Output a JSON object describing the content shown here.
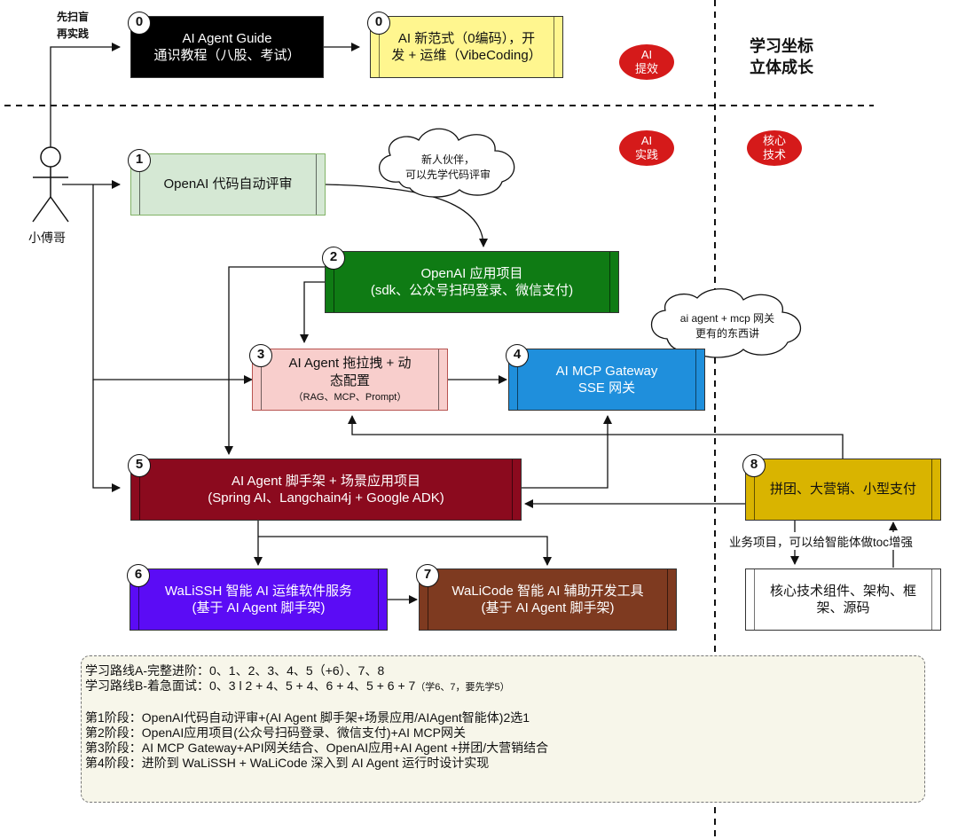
{
  "top_left_note": [
    "先扫盲",
    "再实践"
  ],
  "actor_label": "小傅哥",
  "section_title": [
    "学习坐标",
    "立体成长"
  ],
  "badges": {
    "ai_efficiency": [
      "AI",
      "提效"
    ],
    "ai_practice": [
      "AI",
      "实践"
    ],
    "core_tech": [
      "核心",
      "技术"
    ]
  },
  "boxes": {
    "guide": {
      "num": "0",
      "line1": "AI Agent Guide",
      "line2": "通识教程（八股、考试）",
      "color": "#000000"
    },
    "vibe": {
      "num": "0",
      "line1": "AI 新范式（0编码），开",
      "line2": "发 + 运维（VibeCoding）",
      "color": "#fff68f"
    },
    "review": {
      "num": "1",
      "line1": "OpenAI 代码自动评审",
      "color": "#d5e8d4"
    },
    "app": {
      "num": "2",
      "line1": "OpenAI 应用项目",
      "line2": "(sdk、公众号扫码登录、微信支付)",
      "color": "#0f7b14"
    },
    "drag": {
      "num": "3",
      "line1": "AI Agent 拖拉拽 + 动",
      "line2": "态配置",
      "line3": "（RAG、MCP、Prompt）",
      "color": "#f8cecc"
    },
    "mcp": {
      "num": "4",
      "line1": "AI MCP Gateway",
      "line2": "SSE 网关",
      "color": "#1f8fdc"
    },
    "scaffold": {
      "num": "5",
      "line1": "AI Agent 脚手架 + 场景应用项目",
      "line2": "(Spring AI、Langchain4j + Google ADK)",
      "color": "#8b0a1e"
    },
    "walissh": {
      "num": "6",
      "line1": "WaLiSSH 智能 AI 运维软件服务",
      "line2": "(基于 AI Agent 脚手架)",
      "color": "#5b0cf5"
    },
    "walicode": {
      "num": "7",
      "line1": "WaLiCode 智能 AI 辅助开发工具",
      "line2": "(基于 AI Agent 脚手架)",
      "color": "#7e3a20"
    },
    "group": {
      "num": "8",
      "line1": "拼团、大营销、小型支付",
      "color": "#d9b400"
    },
    "core": {
      "line1": "核心技术组件、架构、框",
      "line2": "架、源码",
      "color": "#ffffff"
    }
  },
  "clouds": {
    "newbie": [
      "新人伙伴，",
      "可以先学代码评审"
    ],
    "mcp": [
      "ai agent + mcp 网关",
      "更有的东西讲"
    ]
  },
  "edge_label_business": "业务项目，可以给智能体做toc增强",
  "notes": {
    "route_a": "学习路线A-完整进阶：0、1、2、3、4、5（+6）、7、8",
    "route_b_main": "学习路线B-着急面试：0、3 l 2 + 4、5 + 4、6 + 4、5 + 6 + 7",
    "route_b_hint": "（学6、7，要先学5）",
    "stages": [
      "第1阶段：OpenAI代码自动评审+(AI Agent 脚手架+场景应用/AIAgent智能体)2选1",
      "第2阶段：OpenAI应用项目(公众号扫码登录、微信支付)+AI MCP网关",
      "第3阶段：AI MCP Gateway+API网关结合、OpenAI应用+AI Agent +拼团/大营销结合",
      "第4阶段：进阶到 WaLiSSH + WaLiCode 深入到 AI Agent 运行时设计实现"
    ]
  }
}
